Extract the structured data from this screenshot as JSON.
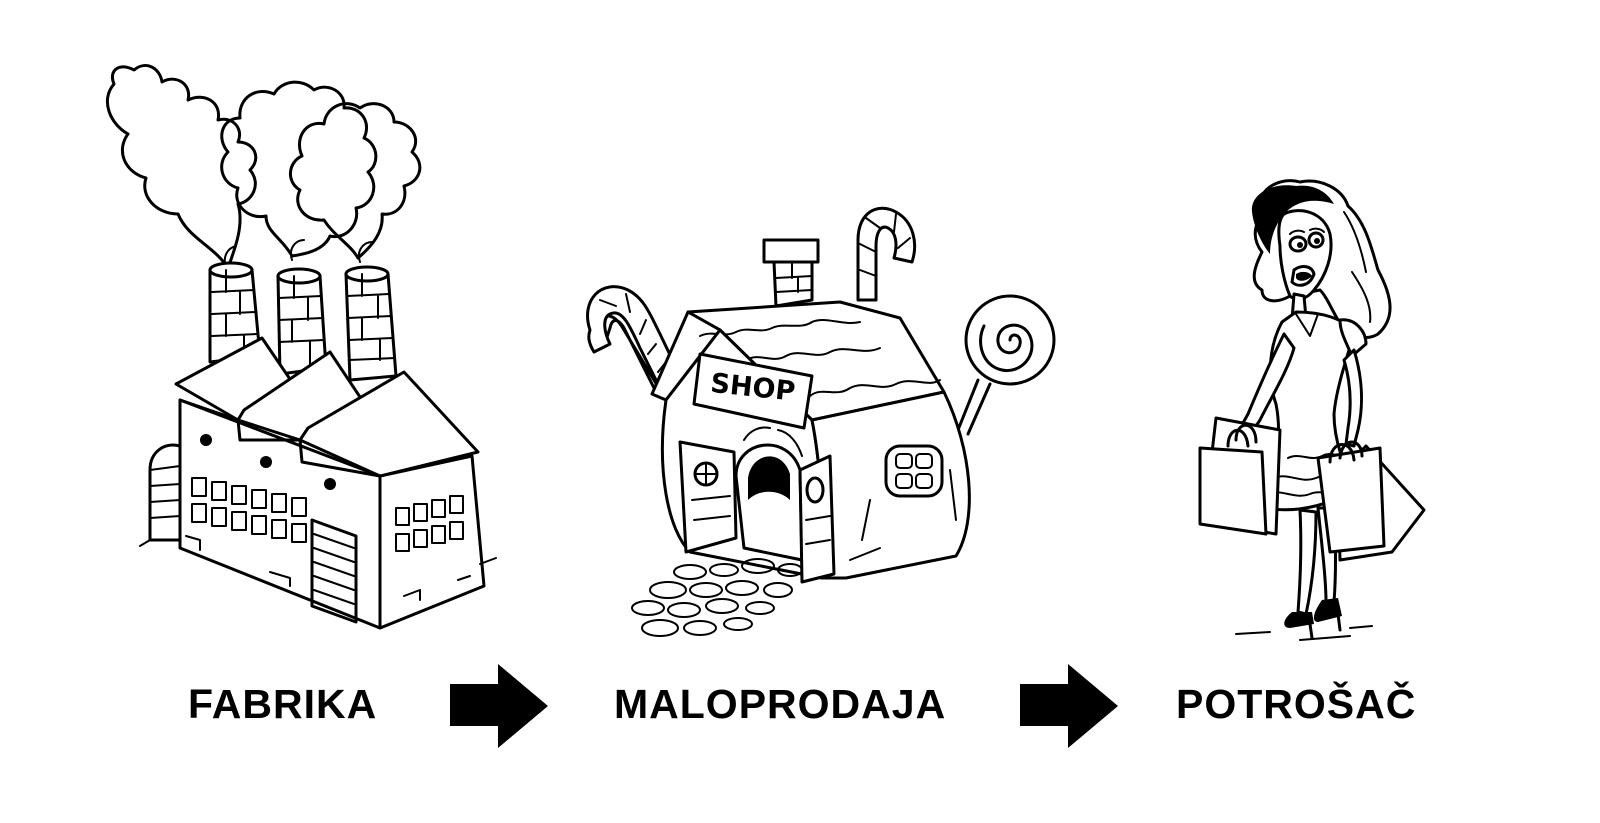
{
  "flow": {
    "steps": [
      {
        "label": "FABRIKA",
        "icon": "factory-illustration"
      },
      {
        "label": "MALOPRODAJA",
        "icon": "candy-shop-illustration",
        "sign": "SHOP"
      },
      {
        "label": "POTROŠAČ",
        "icon": "shopper-woman-illustration"
      }
    ],
    "connector_icon": "right-arrow-icon"
  }
}
